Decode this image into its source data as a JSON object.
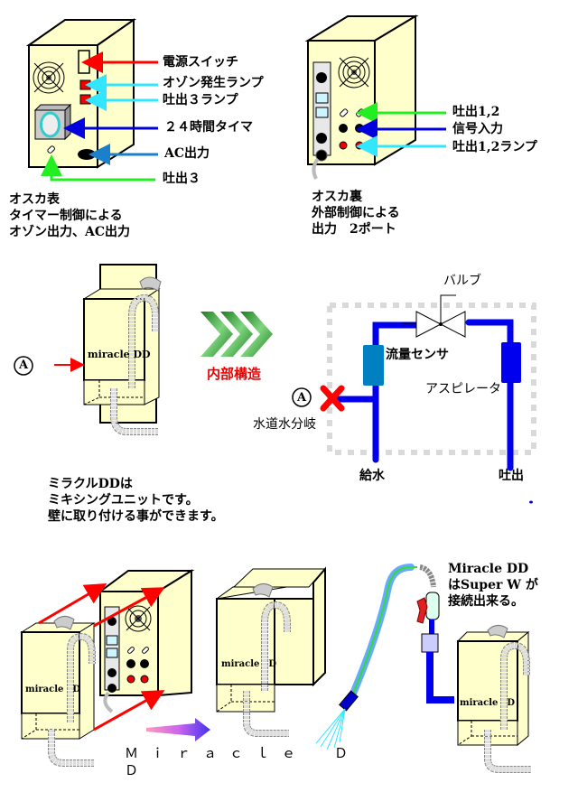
{
  "front_unit": {
    "callouts": [
      {
        "label": "電源スイッチ",
        "arrow_color": "#ff0000"
      },
      {
        "label": "オゾン発生ランプ",
        "arrow_color": "#33e6ff"
      },
      {
        "label": "吐出３ランプ",
        "arrow_color": "#33e6ff"
      },
      {
        "label": "２４時間タイマ",
        "arrow_color": "#0000dd"
      },
      {
        "label": "AC出力",
        "arrow_color": "#1a7fcc"
      },
      {
        "label": "吐出３",
        "arrow_color": "#22ee22"
      }
    ],
    "caption_lines": [
      "オスカ表",
      "タイマー制御による",
      "オゾン出力、AC出力"
    ]
  },
  "back_unit": {
    "callouts": [
      {
        "label": "吐出1,2",
        "arrow_color": "#22ee22"
      },
      {
        "label": "信号入力",
        "arrow_color": "#0000dd"
      },
      {
        "label": "吐出1,2ランプ",
        "arrow_color": "#33e6ff"
      }
    ],
    "caption_lines": [
      "オスカ裏",
      "外部制御による",
      "出力　2ポート"
    ]
  },
  "miracle_unit": {
    "marker": "A",
    "device_label": "miracle DD",
    "transition_label": "内部構造",
    "caption_lines": [
      "ミラクルDDは",
      "ミキシングユニットです。",
      "壁に取り付ける事ができます。"
    ]
  },
  "internal_structure": {
    "valve_label": "バルブ",
    "flow_sensor_label": "流量センサ",
    "aspirator_label": "アスピレータ",
    "marker": "A",
    "branch_label": "水道水分岐",
    "inlet_label": "給水",
    "outlet_label": "吐出"
  },
  "assembly": {
    "device_label": "miracle　D",
    "combined_label": "miracle　D",
    "caption": "Ｍｉｒａｃｌｅ　Ｄ",
    "caption_line2": "Ｄ"
  },
  "super_w": {
    "caption_lines": [
      "Miracle  DD",
      "はSuper  W が",
      "接続出来る。"
    ],
    "device_label": "miracle　D"
  },
  "colors": {
    "cabinet": "#ffffcc",
    "pipe": "#0000ee",
    "flow_sensor": "#0080c0",
    "hose_gray": "#cfcfcf",
    "dotted_frame": "#d9d9d9",
    "chevron_green": "#2e8b2e",
    "red": "#ff0000"
  }
}
